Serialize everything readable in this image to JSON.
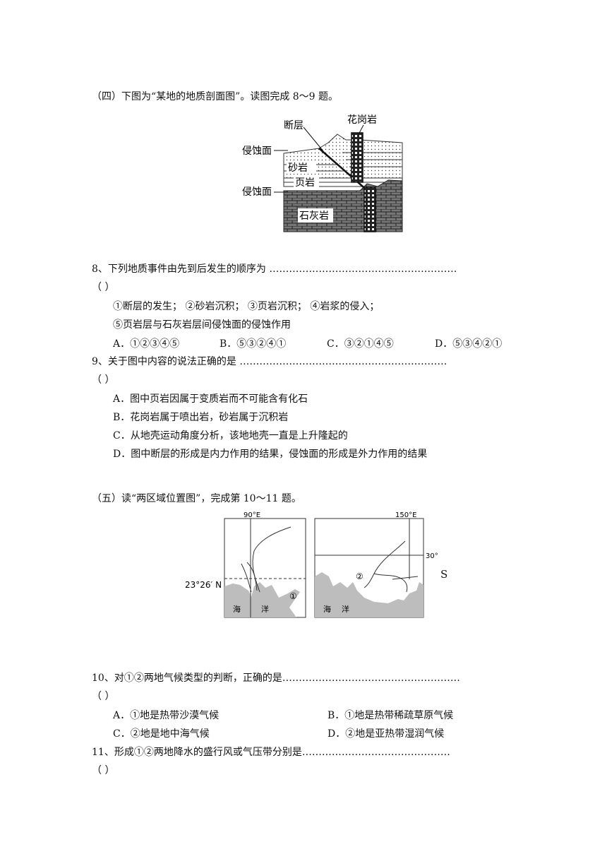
{
  "section4": {
    "intro": "（四）下图为“某地的地质剖面图”。读图完成 8～9 题。",
    "figure": {
      "labels": {
        "fault": "断层",
        "granite": "花岗岩",
        "erosion1": "侵蚀面",
        "sandstone": "砂岩",
        "shale": "页岩",
        "erosion2": "侵蚀面",
        "limestone": "石灰岩"
      }
    }
  },
  "q8": {
    "stem": "8、下列地质事件由先到后发生的顺序为 …………………………………………………",
    "paren": "（      ）",
    "items_line1": "①断层的发生；   ②砂岩沉积；   ③页岩沉积；   ④岩浆的侵入；",
    "items_line2": "⑤页岩层与石灰岩层间侵蚀面的侵蚀作用",
    "options": [
      "A．①②③④⑤",
      "B．⑤③②④①",
      "C．③②①④⑤",
      "D．⑤③④②①"
    ]
  },
  "q9": {
    "stem": "9、关于图中内容的说法正确的是 ………………………………………………………",
    "paren": "（      ）",
    "options": [
      "A．图中页岩因属于变质岩而不可能含有化石",
      "B．花岗岩属于喷出岩，砂岩属于沉积岩",
      "C．从地壳运动角度分析，该地地壳一直是上升隆起的",
      "D．图中断层的形成是内力作用的结果，侵蚀面的形成是外力作用的结果"
    ]
  },
  "section5": {
    "intro": "（五）读“两区域位置图”，完成第 10～11 题。",
    "map": {
      "left": {
        "meridian": "90°E",
        "tropic": "23°26′ N",
        "marker": "①",
        "sea1": "海",
        "sea2": "洋"
      },
      "right": {
        "meridian": "150°E",
        "parallel": "30°",
        "marker": "②",
        "sea1": "海",
        "sea2": "洋"
      },
      "s_letter": "S"
    }
  },
  "q10": {
    "stem": "10、对①②两地气候类型的判断，正确的是………………………………………………",
    "paren": "（      ）",
    "options": [
      "A．①地是热带沙漠气候",
      "B．①地是热带稀疏草原气候",
      "C．②地是地中海气候",
      "D．②地是亚热带湿润气候"
    ]
  },
  "q11": {
    "stem": "11、形成①②两地降水的盛行风或气压带分别是………………………………………",
    "paren": "（      ）"
  }
}
